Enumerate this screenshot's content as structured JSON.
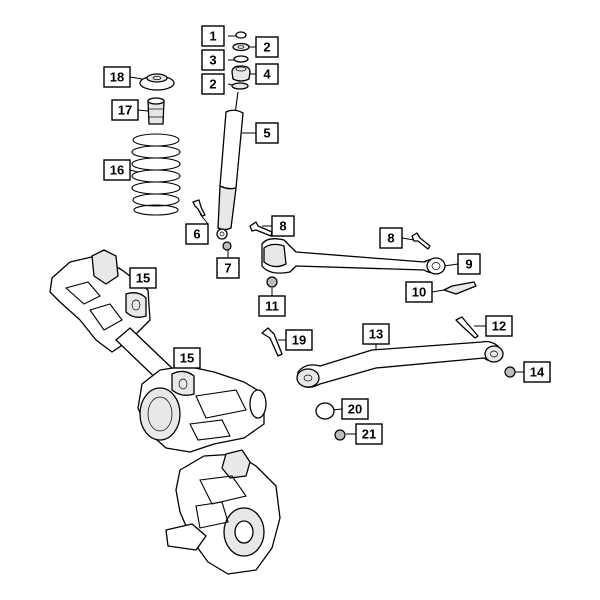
{
  "callouts": [
    {
      "id": "c1a",
      "number": "1"
    },
    {
      "id": "c2a",
      "number": "2"
    },
    {
      "id": "c3",
      "number": "3"
    },
    {
      "id": "c4",
      "number": "4"
    },
    {
      "id": "c2b",
      "number": "2"
    },
    {
      "id": "c18",
      "number": "18"
    },
    {
      "id": "c17",
      "number": "17"
    },
    {
      "id": "c5",
      "number": "5"
    },
    {
      "id": "c16",
      "number": "16"
    },
    {
      "id": "c6",
      "number": "6"
    },
    {
      "id": "c7",
      "number": "7"
    },
    {
      "id": "c8a",
      "number": "8"
    },
    {
      "id": "c8b",
      "number": "8"
    },
    {
      "id": "c9",
      "number": "9"
    },
    {
      "id": "c10",
      "number": "10"
    },
    {
      "id": "c15a",
      "number": "15"
    },
    {
      "id": "c11",
      "number": "11"
    },
    {
      "id": "c19",
      "number": "19"
    },
    {
      "id": "c13",
      "number": "13"
    },
    {
      "id": "c12",
      "number": "12"
    },
    {
      "id": "c15b",
      "number": "15"
    },
    {
      "id": "c14",
      "number": "14"
    },
    {
      "id": "c20",
      "number": "20"
    },
    {
      "id": "c21",
      "number": "21"
    }
  ]
}
